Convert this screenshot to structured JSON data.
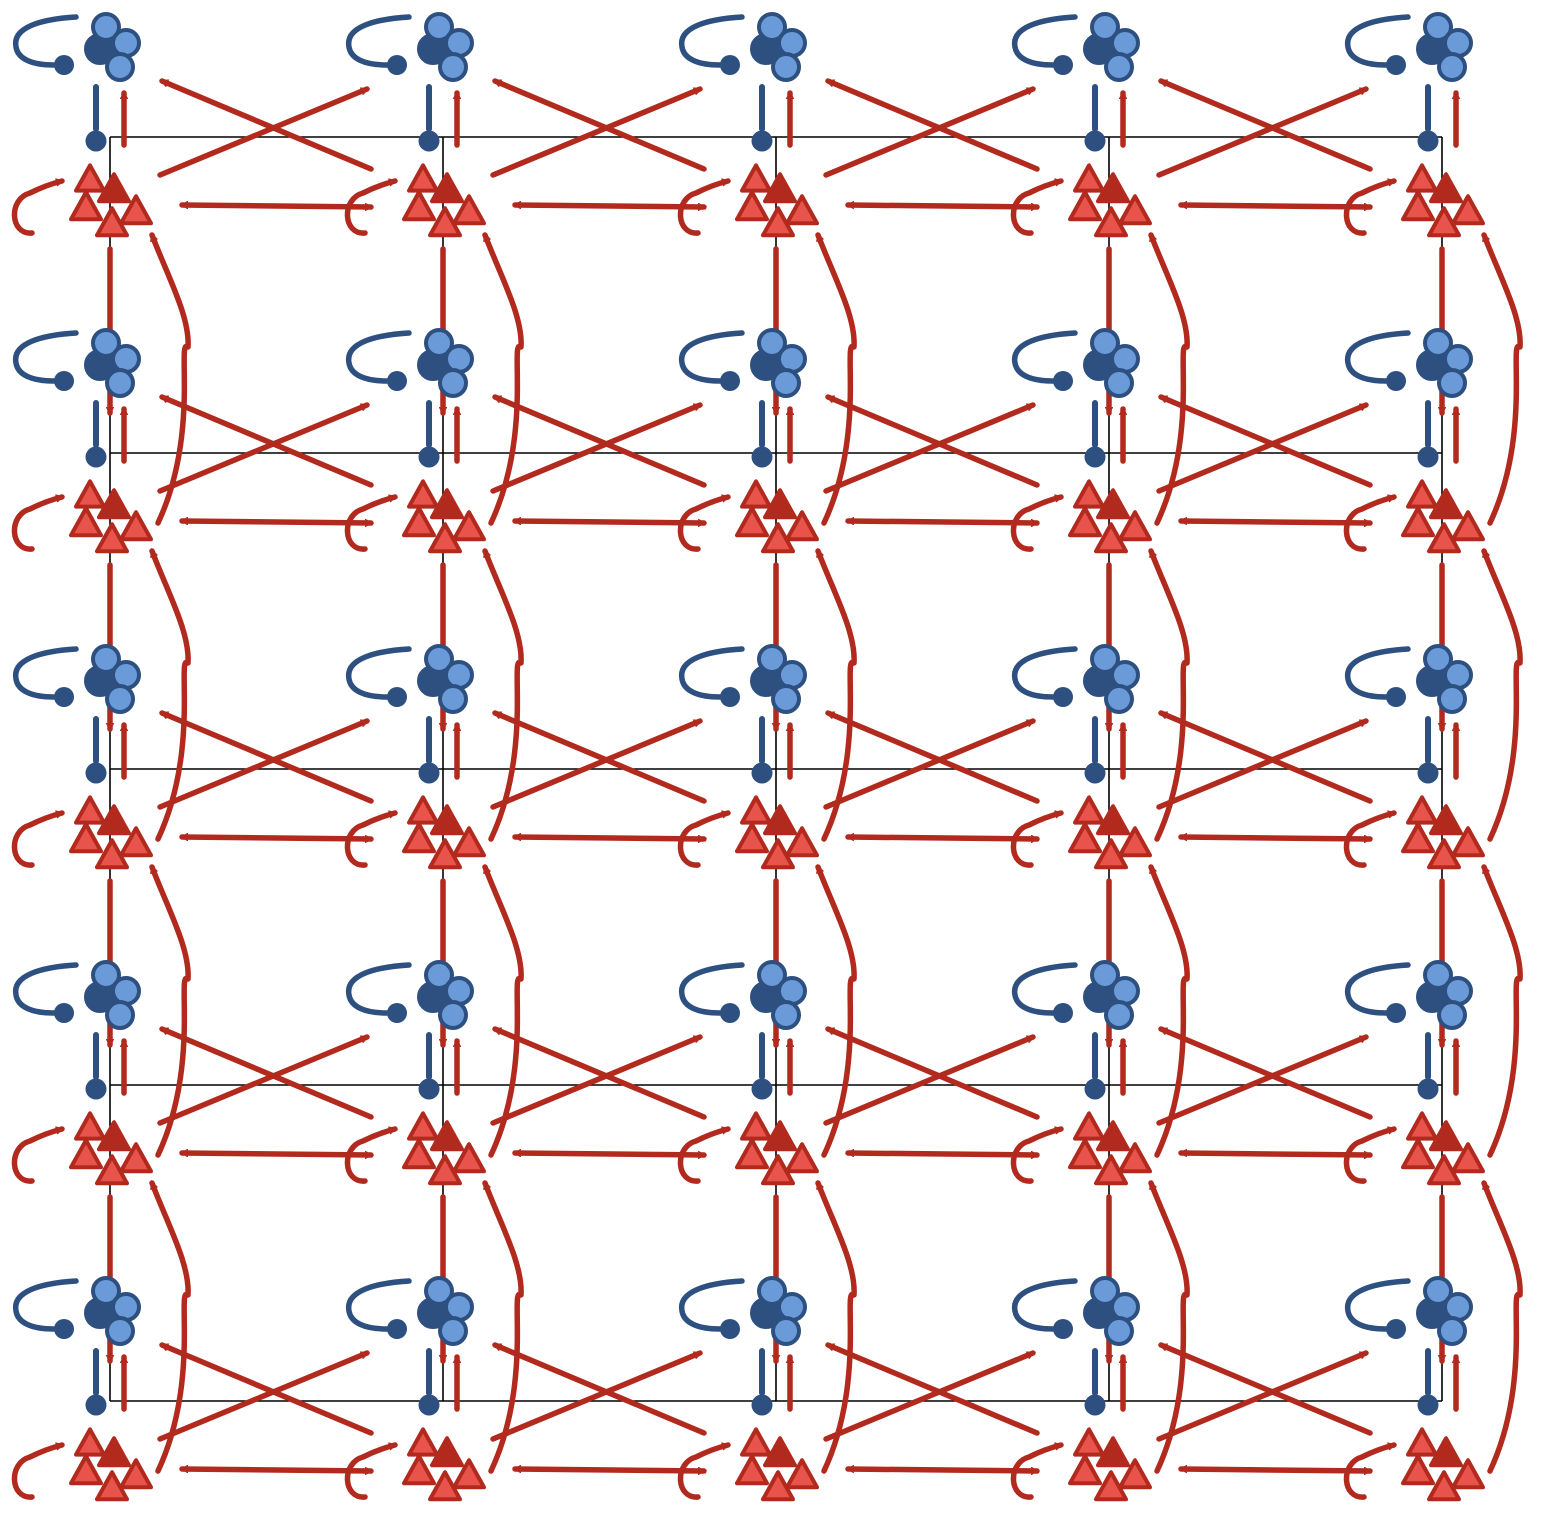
{
  "grid": {
    "rows": 5,
    "cols": 5
  },
  "colors": {
    "excitatory_fill": "#e8534b",
    "excitatory_dark": "#b22a1e",
    "inhibitory_fill": "#6a9bd8",
    "inhibitory_dark": "#2d5080",
    "grid_line": "#000000",
    "background": "#ffffff"
  },
  "node_types": {
    "excitatory": {
      "icon": "triangle-cluster-icon"
    },
    "inhibitory": {
      "icon": "circle-cluster-icon"
    }
  },
  "connections": {
    "excitatory_horizontal": "bidirectional",
    "excitatory_vertical": "down",
    "excitatory_vertical_return": "up",
    "excitatory_diagonal": "cross",
    "excitatory_to_inhibitory": "up",
    "inhibitory_to_excitatory": "inhibit",
    "excitatory_self": "recurrent",
    "inhibitory_self": "recurrent"
  }
}
